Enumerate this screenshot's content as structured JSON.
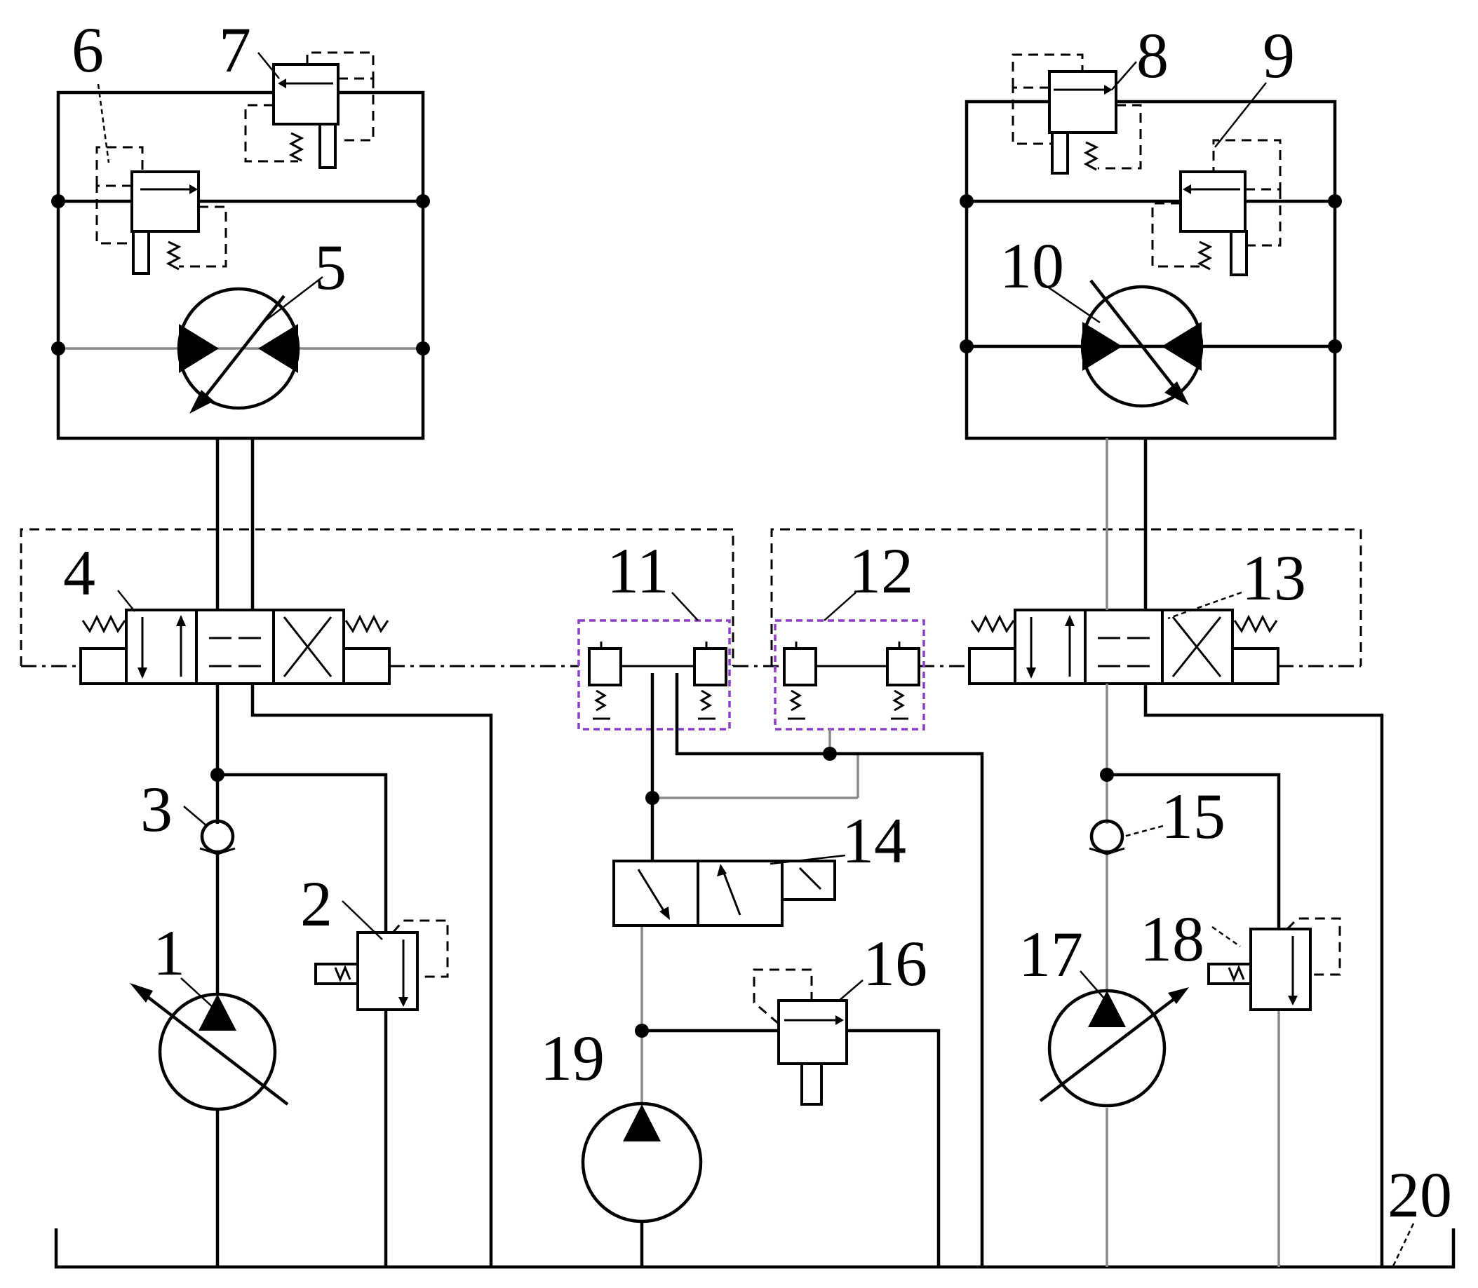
{
  "labels": {
    "c1": "1",
    "c2": "2",
    "c3": "3",
    "c4": "4",
    "c5": "5",
    "c6": "6",
    "c7": "7",
    "c8": "8",
    "c9": "9",
    "c10": "10",
    "c11": "11",
    "c12": "12",
    "c13": "13",
    "c14": "14",
    "c15": "15",
    "c16": "16",
    "c17": "17",
    "c18": "18",
    "c19": "19",
    "c20": "20"
  },
  "colors": {
    "line": "#000000",
    "pilot_box": "#8b3fc9",
    "return_line": "#8a8a8a"
  }
}
